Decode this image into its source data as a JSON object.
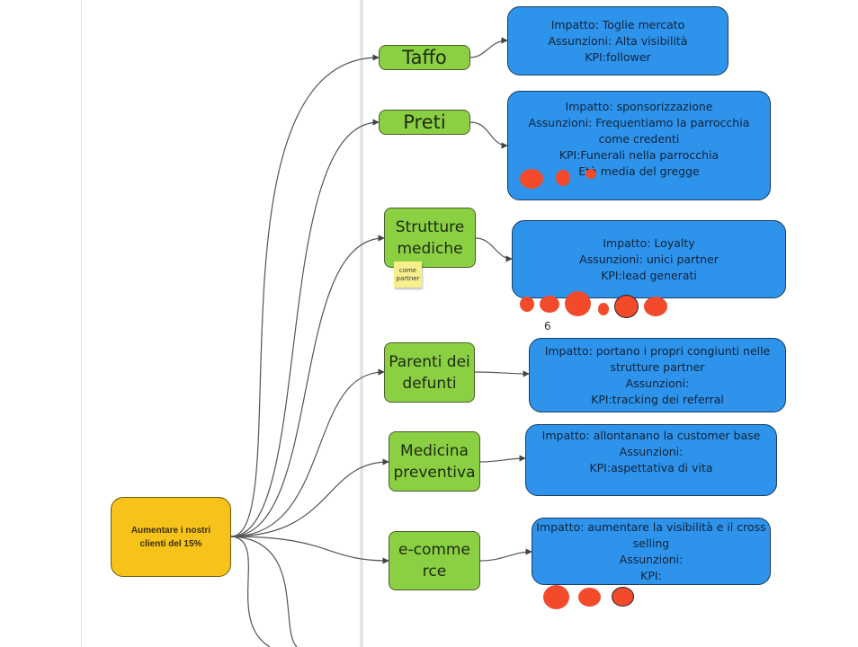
{
  "root": {
    "label": "Aumentare i nostri clienti del 15%"
  },
  "nodes": [
    {
      "label": "Taffo"
    },
    {
      "label": "Preti"
    },
    {
      "label": "Strutture mediche"
    },
    {
      "label": "Parenti dei defunti"
    },
    {
      "label": "Medicina preventiva"
    },
    {
      "label": "e-commerce"
    }
  ],
  "cards": [
    {
      "lines": [
        "Impatto: Toglie mercato",
        "Assunzioni: Alta visibilità",
        "KPI:follower"
      ]
    },
    {
      "lines": [
        "Impatto: sponsorizzazione",
        "Assunzioni: Frequentiamo la parrocchia",
        "come credenti",
        "KPI:Funerali nella parrocchia",
        "Età media del gregge"
      ]
    },
    {
      "lines": [
        "Impatto: Loyalty",
        "Assunzioni: unici partner",
        "KPI:lead generati"
      ]
    },
    {
      "lines": [
        "Impatto: portano i propri congiunti nelle",
        "strutture partner",
        "Assunzioni:",
        "KPI:tracking dei referral"
      ]
    },
    {
      "lines": [
        "Impatto: allontanano la customer base",
        "Assunzioni:",
        "KPI:aspettativa di vita"
      ]
    },
    {
      "lines": [
        "Impatto: aumentare la visibilità e il cross",
        "selling",
        "Assunzioni:",
        "KPI:"
      ]
    }
  ],
  "sticky_note": {
    "text": "come partner"
  },
  "vote_count": {
    "text": "6"
  },
  "colors": {
    "root": "#f7c31a",
    "node": "#8bd043",
    "card": "#2e93ea",
    "vote_dot": "#f24a2a",
    "sticky": "#f6ef8c"
  }
}
